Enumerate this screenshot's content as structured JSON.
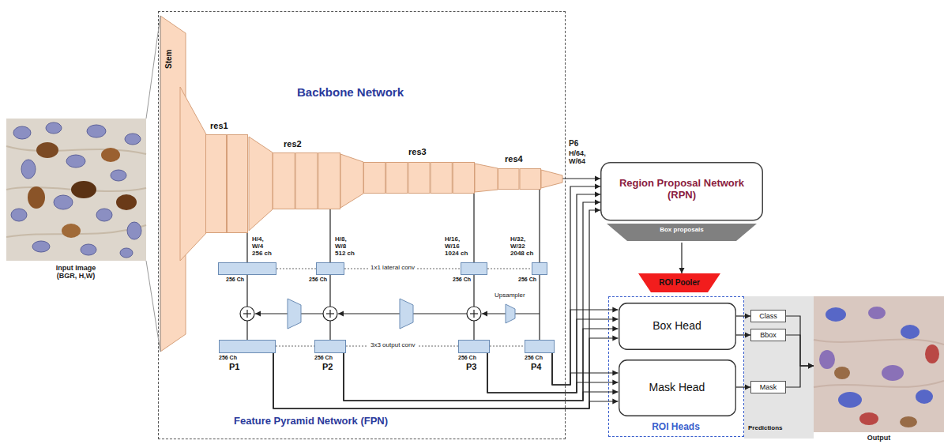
{
  "diagram": {
    "nodes": [
      {
        "text": [
          "Input Image (BGR, H,W)"
        ]
      },
      {
        "text": [
          "Backbone Network",
          "Feature Pyramid Network (FPN)"
        ]
      },
      {
        "text": [
          "Stem"
        ],
        "in": 1
      },
      {
        "text": [
          "res1"
        ],
        "in": 1
      },
      {
        "text": [
          "res2"
        ],
        "in": 1
      },
      {
        "text": [
          "res3"
        ],
        "in": 1
      },
      {
        "text": [
          "res4"
        ],
        "in": 1
      },
      {
        "text": [
          "256 Ch"
        ],
        "in": 1
      },
      {
        "text": [
          "256 Ch"
        ],
        "in": 1
      },
      {
        "text": [
          "256 Ch"
        ],
        "in": 1
      },
      {
        "text": [
          "256 Ch"
        ],
        "in": 1
      },
      {
        "text": [
          "256 Ch",
          "P1"
        ],
        "in": 1
      },
      {
        "text": [
          "256 Ch",
          "P2"
        ],
        "in": 1
      },
      {
        "text": [
          "256 Ch",
          "P3"
        ],
        "in": 1
      },
      {
        "text": [
          "256 Ch",
          "P4"
        ],
        "in": 1
      },
      {
        "text": [
          "Region Proposal Network (RPN)",
          "Box proposals"
        ]
      },
      {
        "text": [
          "ROI Pooler"
        ]
      },
      {
        "text": [
          "ROI Heads"
        ]
      },
      {
        "text": [
          "Box Head"
        ],
        "in": 17
      },
      {
        "text": [
          "Mask Head"
        ],
        "in": 17
      },
      {
        "text": [
          "Predictions"
        ]
      },
      {
        "text": [
          "Class"
        ],
        "in": 20
      },
      {
        "text": [
          "Bbox"
        ],
        "in": 20
      },
      {
        "text": [
          "Mask"
        ],
        "in": 20
      },
      {
        "text": [
          "Output"
        ]
      }
    ],
    "edges": [
      {
        "from": 0,
        "to": 2,
        "arrow": "none"
      },
      {
        "from": 3,
        "to": 7,
        "arrow": "none"
      },
      {
        "from": 4,
        "to": 8,
        "arrow": "none"
      },
      {
        "from": 5,
        "to": 9,
        "arrow": "none"
      },
      {
        "from": 6,
        "to": 10,
        "arrow": "none"
      },
      {
        "from": 7,
        "to": 11,
        "arrow": "none"
      },
      {
        "from": 8,
        "to": 12,
        "arrow": "none"
      },
      {
        "from": 9,
        "to": 13,
        "arrow": "none"
      },
      {
        "from": 10,
        "to": 14,
        "arrow": "none"
      },
      {
        "from": 6,
        "to": 15,
        "arrow": "to"
      },
      {
        "from": 14,
        "to": 15,
        "arrow": "to"
      },
      {
        "from": 13,
        "to": 15,
        "arrow": "to"
      },
      {
        "from": 12,
        "to": 15,
        "arrow": "to"
      },
      {
        "from": 11,
        "to": 15,
        "arrow": "to"
      },
      {
        "from": 14,
        "to": 18,
        "arrow": "to"
      },
      {
        "from": 13,
        "to": 18,
        "arrow": "to"
      },
      {
        "from": 12,
        "to": 18,
        "arrow": "to"
      },
      {
        "from": 11,
        "to": 18,
        "arrow": "to"
      },
      {
        "from": 14,
        "to": 19,
        "arrow": "to"
      },
      {
        "from": 13,
        "to": 19,
        "arrow": "to"
      },
      {
        "from": 12,
        "to": 19,
        "arrow": "to"
      },
      {
        "from": 11,
        "to": 19,
        "arrow": "to"
      },
      {
        "from": 15,
        "to": 16,
        "arrow": "to"
      },
      {
        "from": 18,
        "to": 21,
        "arrow": "to"
      },
      {
        "from": 18,
        "to": 22,
        "arrow": "to"
      },
      {
        "from": 19,
        "to": 23,
        "arrow": "to"
      },
      {
        "from": 21,
        "to": 24,
        "arrow": "to"
      },
      {
        "from": 22,
        "to": 24,
        "arrow": "to"
      },
      {
        "from": 23,
        "to": 24,
        "arrow": "to"
      }
    ],
    "labels": [
      "P6",
      "H/64, W/64",
      "H/4, W/4 256 ch",
      "H/8, W/8 512 ch",
      "H/16, W/16 1024 ch",
      "H/32, W/32 2048 ch",
      "1x1 lateral conv",
      "Upsampler",
      "3x3 output conv"
    ]
  }
}
